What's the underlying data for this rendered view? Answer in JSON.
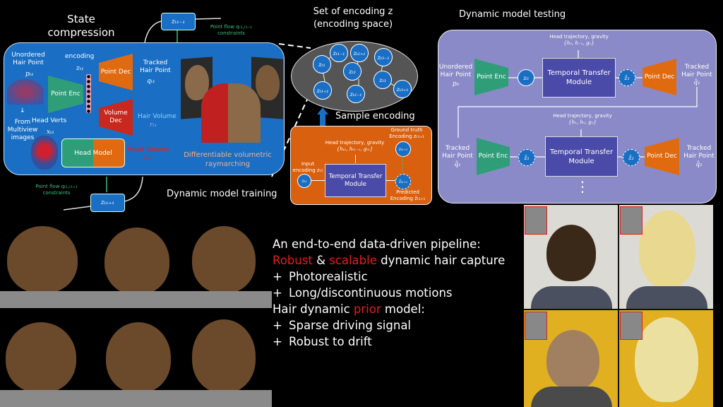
{
  "colors": {
    "state_box": "#1a6fc4",
    "training_box": "#d9600f",
    "testing_box": "#8a8ac8",
    "encoding_space": "#555555",
    "highlight_red": "#e0201a",
    "flow_green": "#3fbf7f"
  },
  "state_compression": {
    "title": "State compression",
    "z_prev": "zₜ₁₋₁",
    "z_next": "zₜ₁₊₁",
    "point_flow_prev": "Point flow qₜ₁,ₜ₁₋₁",
    "point_flow_prev_2": "constraints",
    "point_flow_next": "Point flow qₜ₁,ₜ₁₊₁",
    "point_flow_next_2": "constraints",
    "unordered_hair_point": "Unordered Hair Point",
    "p_t1": "pₜ₁",
    "from_multiview": "From Multiview images",
    "head_verts": "Head Verts",
    "x_t1": "xₜ₁",
    "encoding": "encoding",
    "z_t1": "zₜ₁",
    "point_enc": "Point Enc",
    "point_dec": "Point Dec",
    "volume_dec": "Volume Dec",
    "tracked_hair_point": "Tracked Hair Point",
    "q_t1": "qₜ₁",
    "hair_volume": "Hair Volume",
    "r_t1": "rₜ₁",
    "head_model": "Head Model",
    "head_volume": "Head Volume",
    "u_t1": "uₜ₁",
    "raymarching": "Differentiable volumetric raymarching"
  },
  "dynamic_training_title": "Dynamic model training",
  "encoding_space": {
    "title_1": "Set of encoding z",
    "title_2": "(encoding space)",
    "nodes": [
      "zₜ₁₋₁",
      "zₜ₁",
      "zₜ₁₊₁",
      "zₜ₂₊₁",
      "zₜ₂",
      "zₜ₂₋₁",
      "zₜ₃₋₁",
      "zₜ₃",
      "zₜ₃₊₁"
    ],
    "sample_encoding": "Sample encoding"
  },
  "training_box": {
    "ground_truth": "Ground truth Encoding zₜ₁₊₁",
    "gt_node": "zₜ₁₊₁",
    "head_traj": "Head trajectory, gravity",
    "head_traj_vars": "{hₜ₁, hₜ₁₋₁, gₜ₁}",
    "input_encoding": "Input encoding zₜ₁",
    "input_node": "zₜ₁",
    "ttm": "Temporal Transfer Module",
    "pred_node": "ẑₜ₁₊₁",
    "predicted": "Predicted Encoding ẑₜ₁₊₁"
  },
  "testing": {
    "title": "Dynamic model testing",
    "row1": {
      "head_traj": "Head trajectory, gravity",
      "vars": "{h₀, h₋₁, g₀}",
      "input": "Unordered Hair Point",
      "input_var": "p₀",
      "enc": "Point Enc",
      "z_in": "z₀",
      "ttm": "Temporal Transfer Module",
      "z_out": "ẑ₁",
      "dec": "Point Dec",
      "output": "Tracked Hair Point",
      "output_var": "q̂₁"
    },
    "row2": {
      "head_traj": "Head trajectory, gravity",
      "vars": "{h₁, h₀, g₁}",
      "input": "Tracked Hair Point",
      "input_var": "q̂₁",
      "enc": "Point Enc",
      "z_in": "ẑ₁",
      "ttm": "Temporal Transfer Module",
      "z_out": "ẑ₂",
      "dec": "Point Dec",
      "output": "Tracked Hair Point",
      "output_var": "q̂₂"
    },
    "ellipsis": "⋮"
  },
  "summary": {
    "line1": "An end-to-end data-driven pipeline:",
    "robust": "Robust",
    "amp": " & ",
    "scalable": "scalable",
    "line2_rest": " dynamic hair capture",
    "bullet": "+",
    "photorealistic": "Photorealistic",
    "long_motions": "Long/discontinuous motions",
    "prior_pre": "Hair dynamic ",
    "prior": "prior",
    "prior_post": " model:",
    "sparse": "Sparse driving signal",
    "drift": "Robust to drift"
  }
}
